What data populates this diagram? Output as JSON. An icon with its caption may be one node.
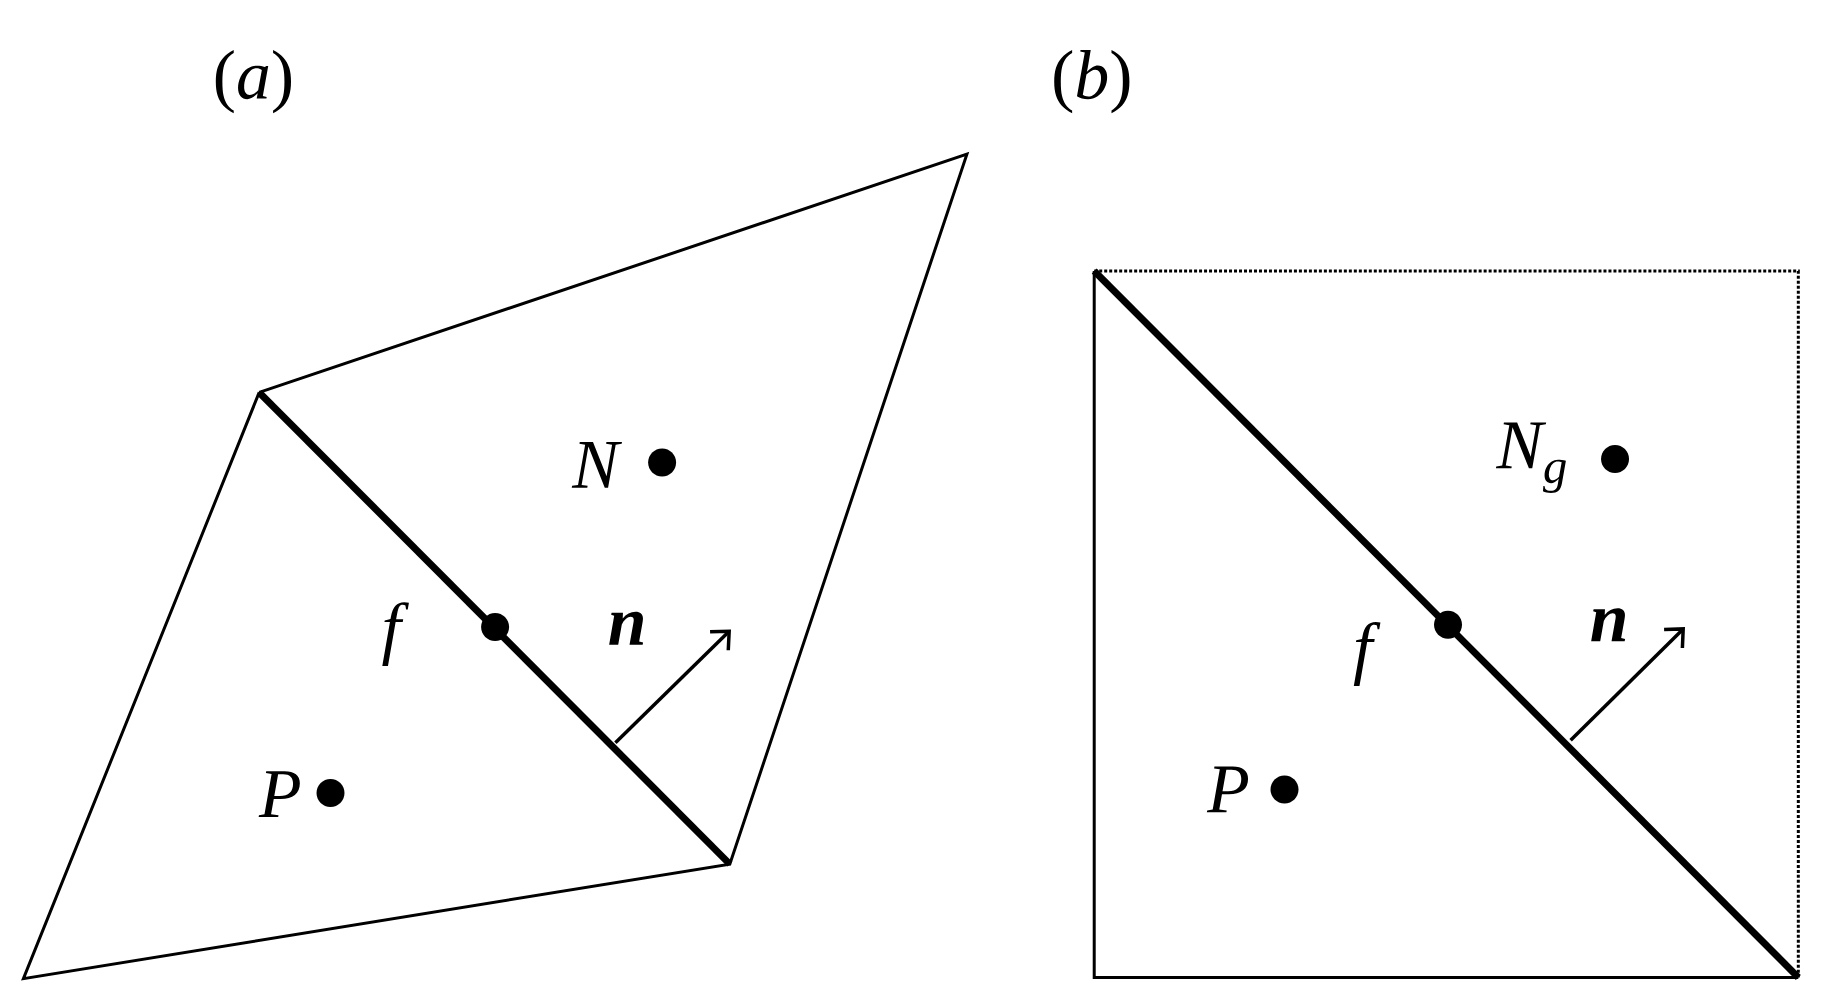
{
  "diagram": {
    "labels": [
      "(*a*)",
      "N",
      "f",
      "n",
      "P",
      "(*b*)",
      "N$_{g}$",
      "f",
      "n",
      "P"
    ]
  }
}
